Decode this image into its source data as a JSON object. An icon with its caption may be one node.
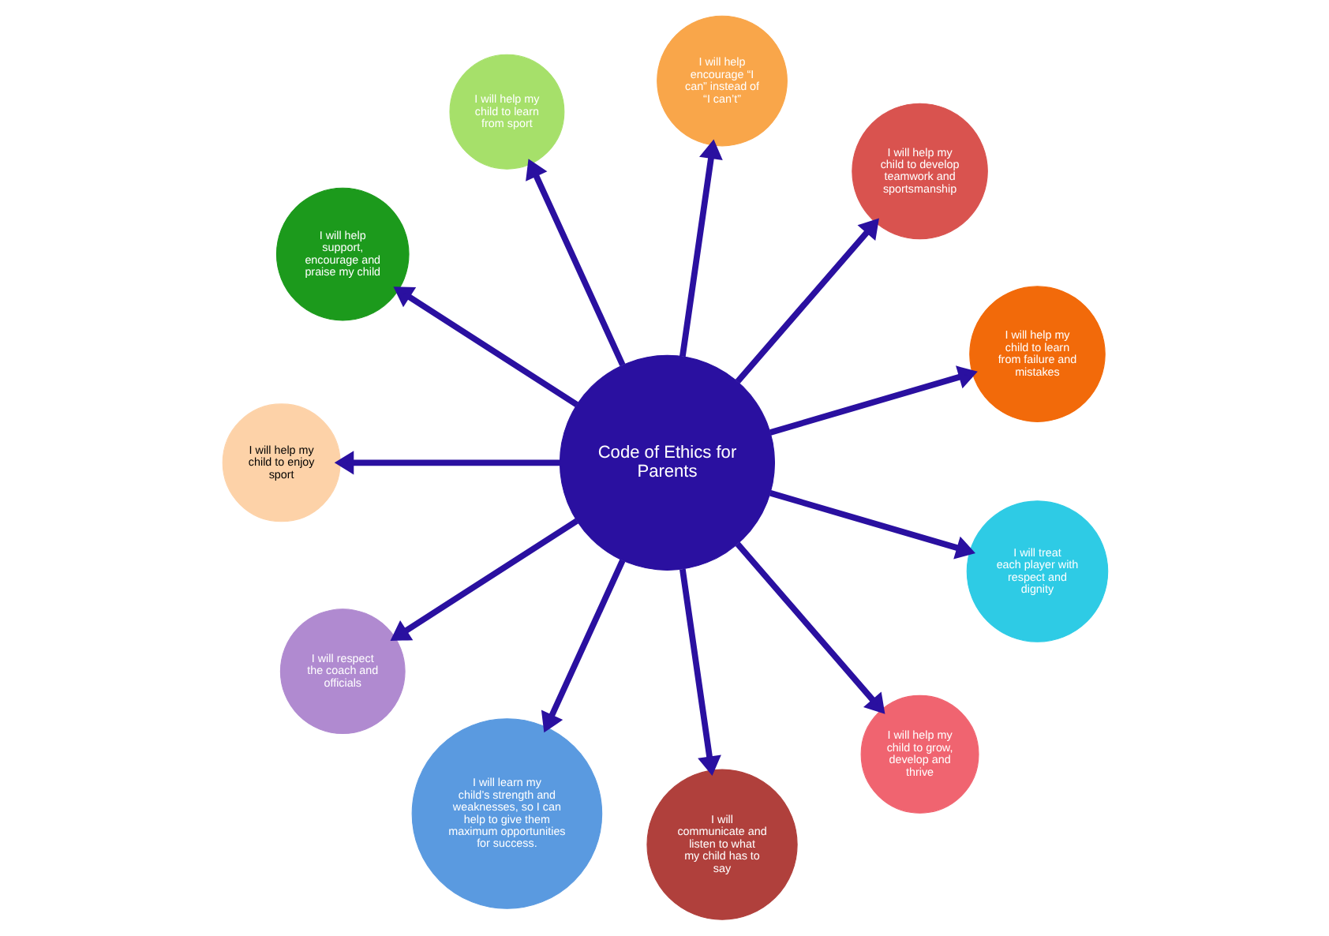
{
  "diagram": {
    "nodes": [
      {
        "text": [
          "I will help my child to learn from failure and mistakes"
        ]
      },
      {
        "text": [
          "I will help my child to develop teamwork and sportsmanship"
        ]
      },
      {
        "text": [
          "I will help encourage “I can” instead of “I can’t”"
        ]
      },
      {
        "text": [
          "I will help my child to learn from sport"
        ]
      },
      {
        "text": [
          "I will help support, encourage and praise my child"
        ]
      },
      {
        "text": [
          "Code of Ethics for Parents"
        ]
      },
      {
        "text": [
          "I will help my child to enjoy sport"
        ]
      },
      {
        "text": [
          "I will respect the coach and officials"
        ]
      },
      {
        "text": [
          "I will learn my child’s strength and weaknesses, so I can help to give them maximum opportunities for success."
        ]
      },
      {
        "text": [
          "I will communicate and listen to what my child has to say"
        ]
      },
      {
        "text": [
          "I will help my child to grow, develop and thrive"
        ]
      },
      {
        "text": [
          "I will treat each player with respect and dignity"
        ]
      }
    ],
    "edges": [
      {
        "from": 5,
        "to": 3,
        "arrow": "to"
      },
      {
        "from": 5,
        "to": 6,
        "arrow": "to"
      },
      {
        "from": 5,
        "to": 7,
        "arrow": "to"
      },
      {
        "from": 5,
        "to": 11,
        "arrow": "to"
      },
      {
        "from": 5,
        "to": 10,
        "arrow": "to"
      },
      {
        "from": 5,
        "to": 9,
        "arrow": "to"
      },
      {
        "from": 5,
        "to": 8,
        "arrow": "to"
      },
      {
        "from": 5,
        "to": 4,
        "arrow": "to"
      },
      {
        "from": 5,
        "to": 0,
        "arrow": "to"
      },
      {
        "from": 5,
        "to": 1,
        "arrow": "to"
      },
      {
        "from": 5,
        "to": 2,
        "arrow": "to"
      }
    ]
  }
}
